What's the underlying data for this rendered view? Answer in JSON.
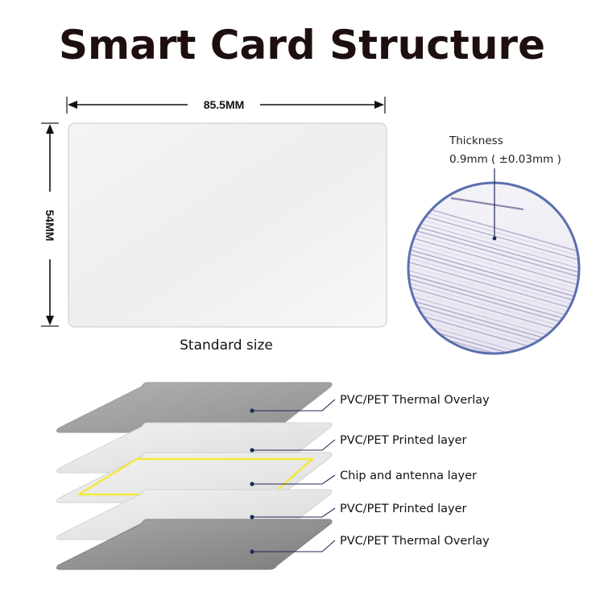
{
  "title": "Smart Card Structure",
  "width_label": "85.5MM",
  "height_label": "54MM",
  "standard_caption": "Standard size",
  "thickness": {
    "label": "Thickness",
    "value": "0.9mm ( ±0.03mm )"
  },
  "layers": [
    {
      "label": "PVC/PET Thermal Overlay",
      "kind": "overlay"
    },
    {
      "label": "PVC/PET Printed layer",
      "kind": "printed"
    },
    {
      "label": "Chip and antenna layer",
      "kind": "chip"
    },
    {
      "label": "PVC/PET Printed layer",
      "kind": "printed"
    },
    {
      "label": "PVC/PET Thermal Overlay",
      "kind": "overlay"
    }
  ],
  "colors": {
    "title": "#1e0f0f",
    "overlay": "#a9a9a9",
    "printed": "#e6e6e6",
    "chip": "#e9e9e9",
    "antenna": "#f2ea3a",
    "callout_line": "#1c2a55",
    "lens_border": "#5a6fae"
  }
}
